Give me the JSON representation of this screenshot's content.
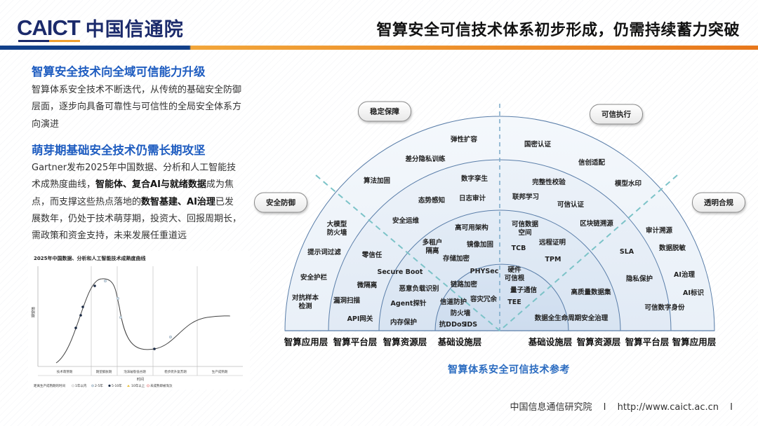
{
  "header": {
    "logo_en": "CAICT",
    "logo_cn": "中国信通院",
    "title": "智算安全可信技术体系初步形成，仍需持续蓄力突破"
  },
  "left": {
    "heading1": "智算安全技术向全域可信能力升级",
    "para1_lines": [
      [
        {
          "t": "智算体系安全技术不断迭代，从传统的基础安全防御"
        }
      ],
      [
        {
          "t": "层面，逐步向具备可靠性与可信性的全局安全体系方"
        }
      ],
      [
        {
          "t": "向演进"
        }
      ]
    ],
    "heading2": "萌芽期基础安全技术仍需长期攻坚",
    "para2_lines": [
      [
        {
          "t": "Gartner发布2025年中国数据、分析和人工智能技"
        }
      ],
      [
        {
          "t": "术成熟度曲线，"
        },
        {
          "t": "智能体、复合AI与就绪数据",
          "b": true
        },
        {
          "t": "成为焦"
        }
      ],
      [
        {
          "t": "点，而支撑这些热点落地的"
        },
        {
          "t": "数智基建、AI治理",
          "b": true
        },
        {
          "t": "已发"
        }
      ],
      [
        {
          "t": "展数年，仍处于技术萌芽期，投资大、回报周期长，"
        }
      ],
      [
        {
          "t": "需政策和资金支持，未来发展任重道远"
        }
      ]
    ]
  },
  "hype_chart": {
    "title": "2025年中国数据、分析和人工智能技术成熟度曲线",
    "ylabel": "期望值",
    "xlabel": "时间",
    "phases": [
      "技术萌芽期",
      "期望膨胀期",
      "泡沫破裂低谷期",
      "稳步爬升复苏期",
      "生产成熟期"
    ],
    "legend_title": "距离生产成熟期的时间",
    "legend": [
      "1年以内",
      "2-5年",
      "5-10年",
      "10年以上",
      "未成熟即被淘汰"
    ]
  },
  "diagram": {
    "pills": [
      "稳定保障",
      "可信执行",
      "安全防御",
      "透明合规"
    ],
    "left_labels": [
      "弹性扩容",
      "差分隐私训练",
      "算法加固",
      "数字孪生",
      "态势感知",
      "日志审计",
      "安全运维",
      "高可用架构",
      "大模型\n防火墙",
      "提示词过滤",
      "零信任",
      "多租户\n隔离",
      "镜像加固",
      "存储加密",
      "Secure Boot",
      "PHYSec",
      "安全护栏",
      "微隔离",
      "恶意负载识别",
      "链路加密",
      "对抗样本\n检测",
      "漏洞扫描",
      "Agent探针",
      "信道防护",
      "容灾冗余",
      "防火墙",
      "API网关",
      "内存保护",
      "抗DDoS",
      "IDS"
    ],
    "right_labels": [
      "国密认证",
      "信创适配",
      "模型水印",
      "完整性校验",
      "联邦学习",
      "可信认证",
      "区块链溯源",
      "可信数据\n空间",
      "审计溯源",
      "远程证明",
      "TCB",
      "数据脱敏",
      "SLA",
      "TPM",
      "硬件\n可信根",
      "AI治理",
      "隐私保护",
      "量子通信",
      "高质量数据集",
      "AI标识",
      "TEE",
      "可信数字身份",
      "数据全生命周期安全治理"
    ],
    "layers_left": [
      "智算应用层",
      "智算平台层",
      "智算资源层",
      "基础设施层"
    ],
    "layers_right": [
      "基础设施层",
      "智算资源层",
      "智算平台层",
      "智算应用层"
    ],
    "caption": "智算体系安全可信技术参考"
  },
  "footer": {
    "org": "中国信息通信研究院",
    "sep": "I",
    "url": "http://www.caict.ac.cn"
  },
  "colors": {
    "navy": "#1b2a6b",
    "accent_blue": "#1e5cc0",
    "orange": "#e8781c"
  }
}
